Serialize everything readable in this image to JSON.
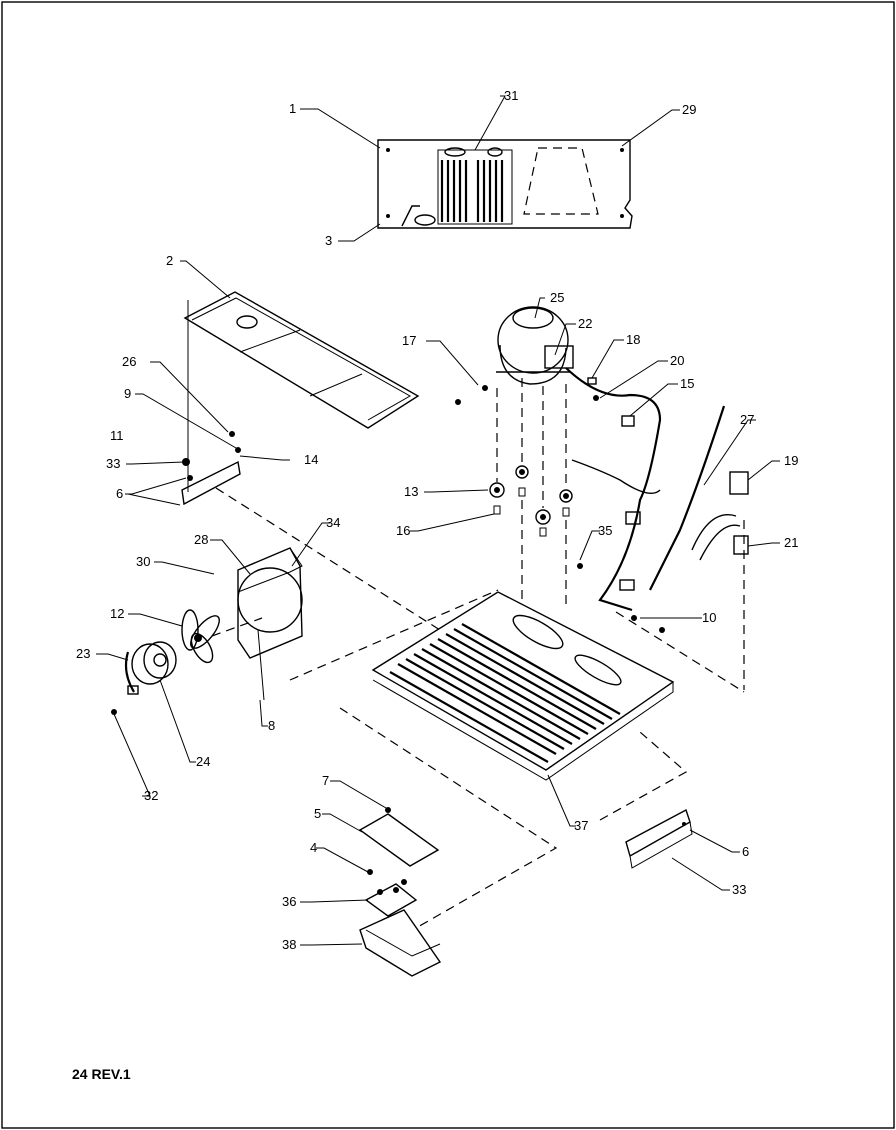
{
  "diagram": {
    "caption": "24 REV.1",
    "part_labels": [
      "1",
      "31",
      "29",
      "3",
      "2",
      "25",
      "17",
      "22",
      "18",
      "20",
      "15",
      "26",
      "9",
      "11",
      "14",
      "33",
      "6",
      "13",
      "16",
      "27",
      "19",
      "21",
      "35",
      "10",
      "28",
      "34",
      "30",
      "12",
      "23",
      "24",
      "32",
      "8",
      "37",
      "7",
      "5",
      "4",
      "36",
      "38",
      "6",
      "33"
    ]
  }
}
